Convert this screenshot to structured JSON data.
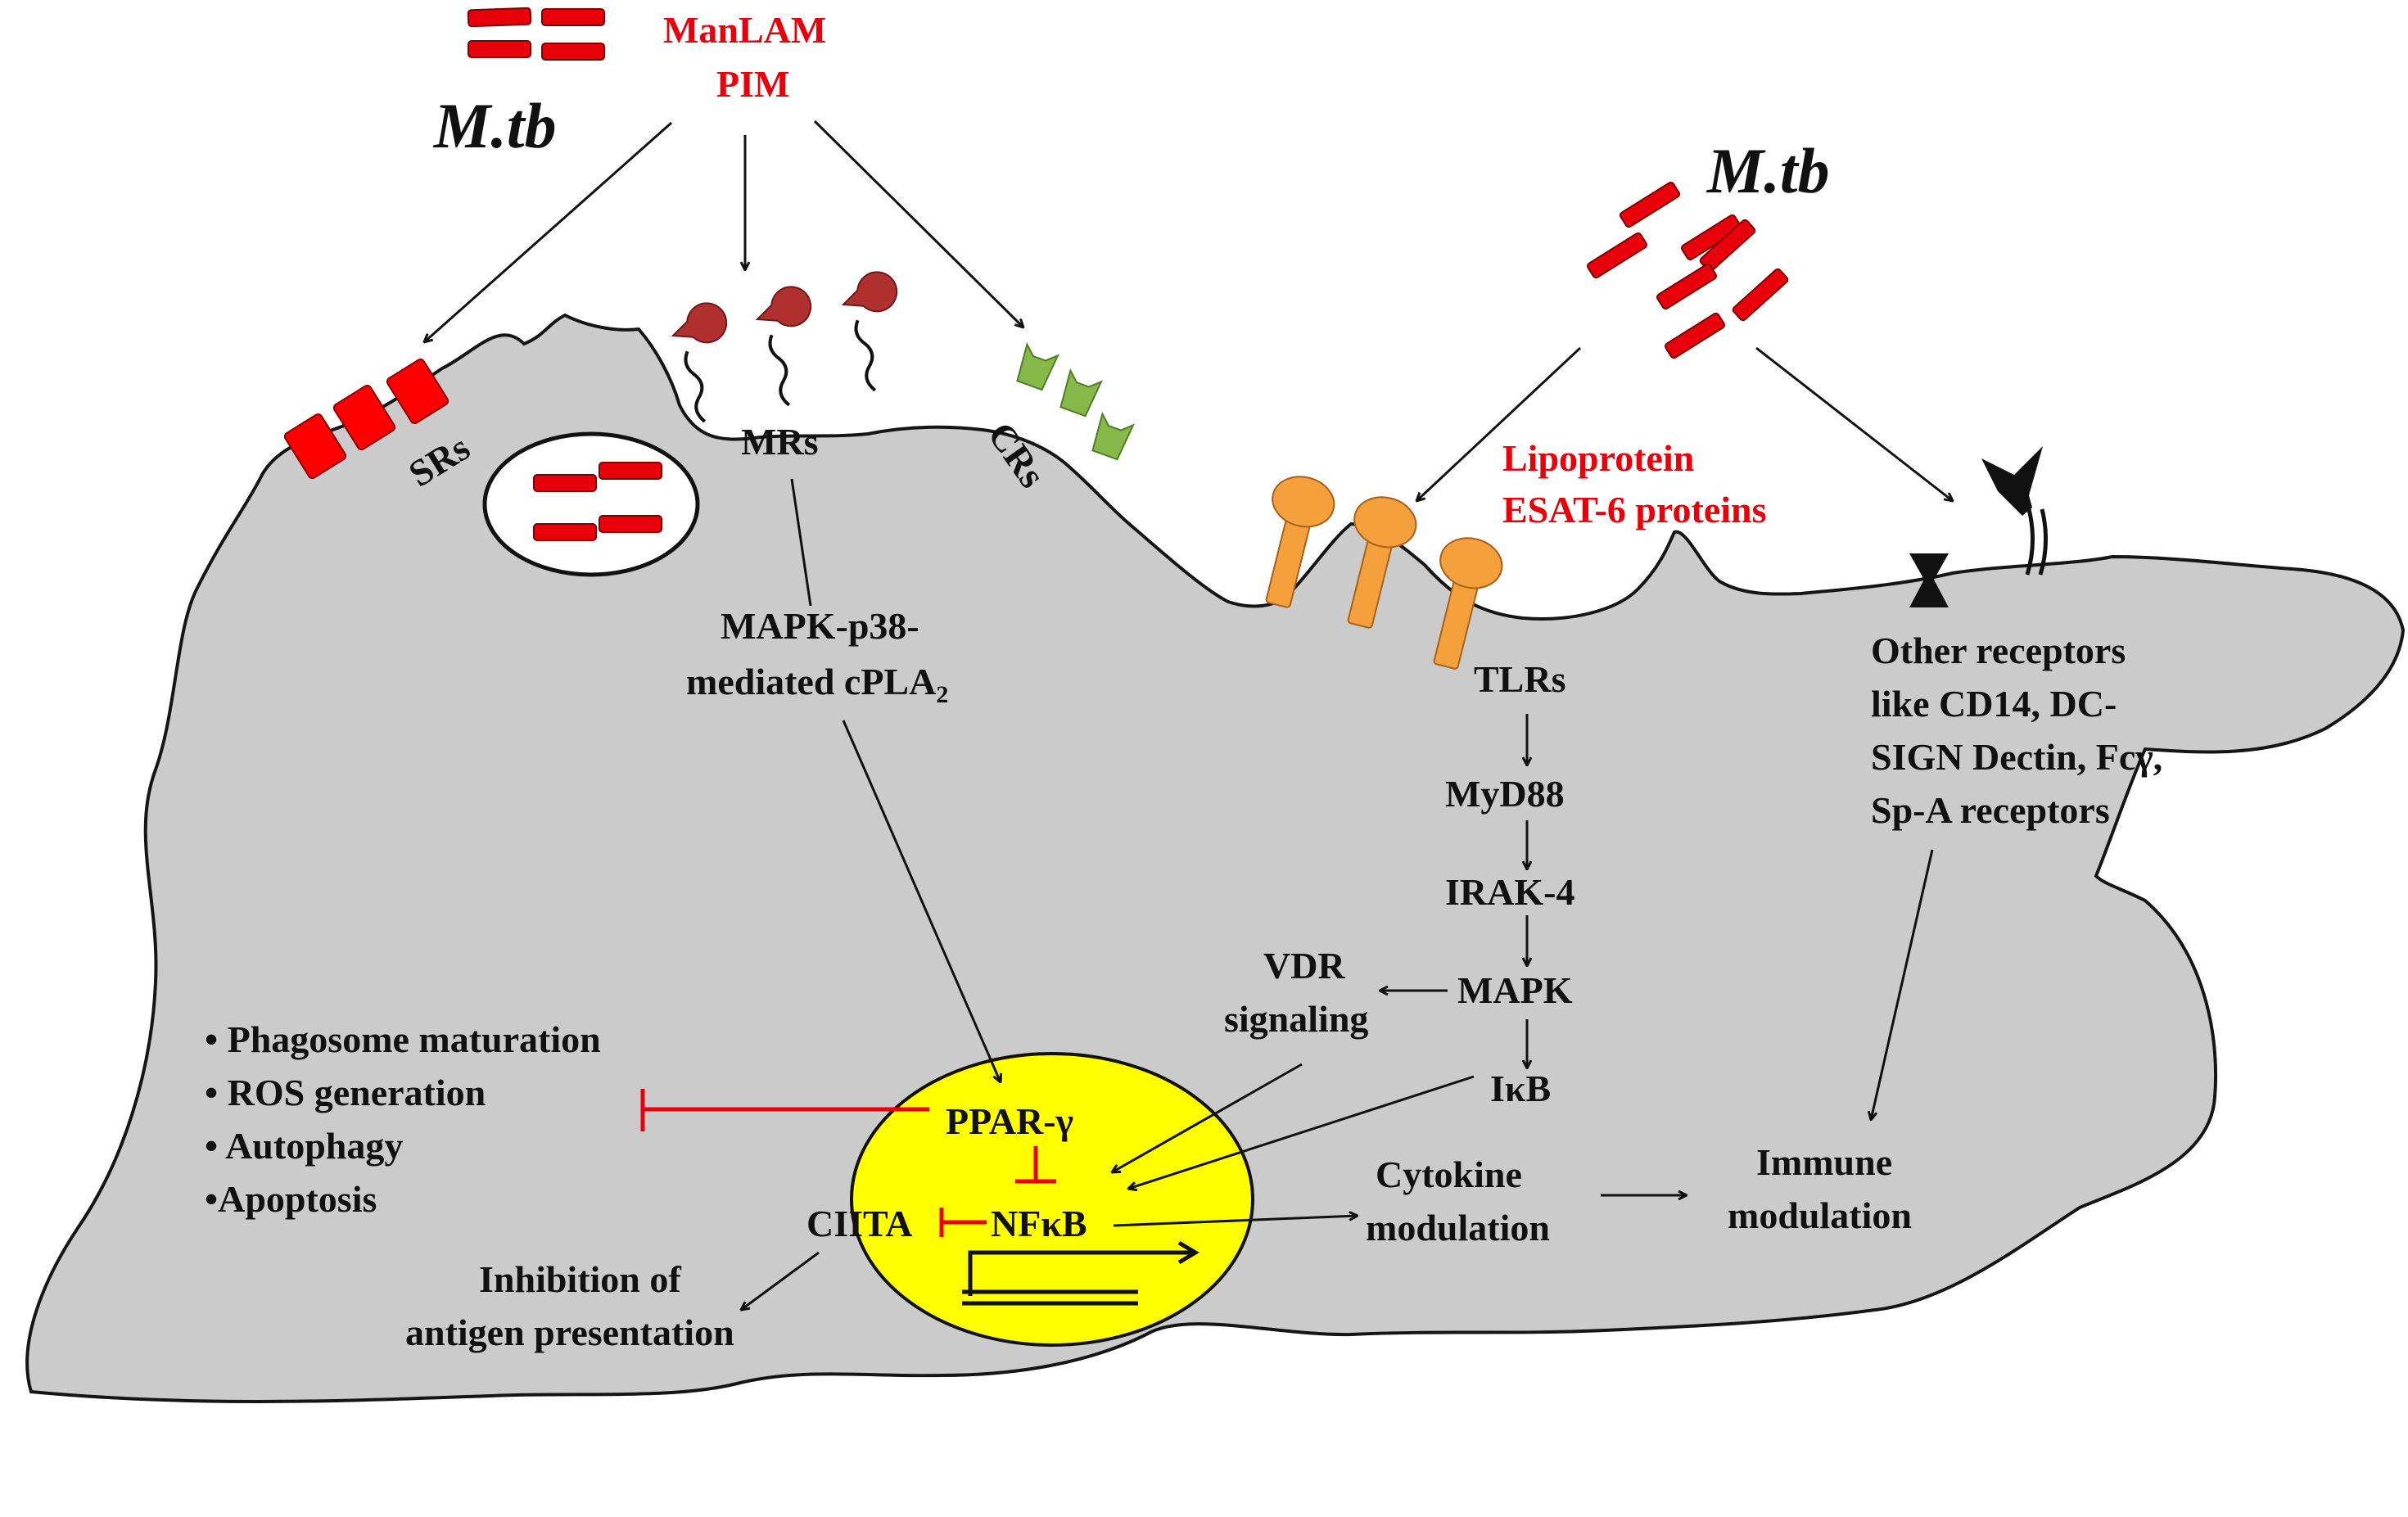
{
  "colors": {
    "cell": "#cbcbcb",
    "nucleus": "#ffff00",
    "pathogen_label": "#e8000a",
    "inhibition": "#e8000a",
    "bacteria": "#e8000a",
    "srs": "#ff0000",
    "mrs": "#b03030",
    "crs": "#86b84a",
    "tlrs": "#f4a03c",
    "other_receptor": "#111111"
  },
  "icons": {
    "bacterium": "red-rod",
    "sr": "red-cylinder",
    "mr": "pacman-on-stalk",
    "cr": "green-cup",
    "tlr": "orange-lollipop",
    "other": "black-ytype-and-hourglass"
  },
  "labels": {
    "mtb_left": "M.tb",
    "mtb_right": "M.tb",
    "manlam": "ManLAM",
    "pim": "PIM",
    "lipoprotein": "Lipoprotein",
    "esat6": "ESAT-6 proteins",
    "srs": "SRs",
    "mrs": "MRs",
    "crs": "CRs",
    "tlrs": "TLRs",
    "myd88": "MyD88",
    "irak4": "IRAK-4",
    "mapk": "MAPK",
    "ikb": "IκB",
    "vdr_line1": "VDR",
    "vdr_line2": "signaling",
    "mapk_p38_line1": "MAPK-p38-",
    "mapk_p38_line2_main": "mediated cPLA",
    "mapk_p38_line2_sub": "2",
    "ppar": "PPAR-γ",
    "nfkb": "NFκB",
    "ciita": "CIITA",
    "cytokine_line1": "Cytokine",
    "cytokine_line2": "modulation",
    "immune_line1": "Immune",
    "immune_line2": "modulation",
    "inhibition_line1": "Inhibition of",
    "inhibition_line2": "antigen presentation",
    "other_line1": "Other receptors",
    "other_line2": "like CD14, DC-",
    "other_line3": "SIGN Dectin, Fcγ,",
    "other_line4": "Sp-A receptors"
  },
  "inhibited_functions": [
    "• Phagosome maturation",
    "• ROS generation",
    "• Autophagy",
    "•Apoptosis"
  ]
}
